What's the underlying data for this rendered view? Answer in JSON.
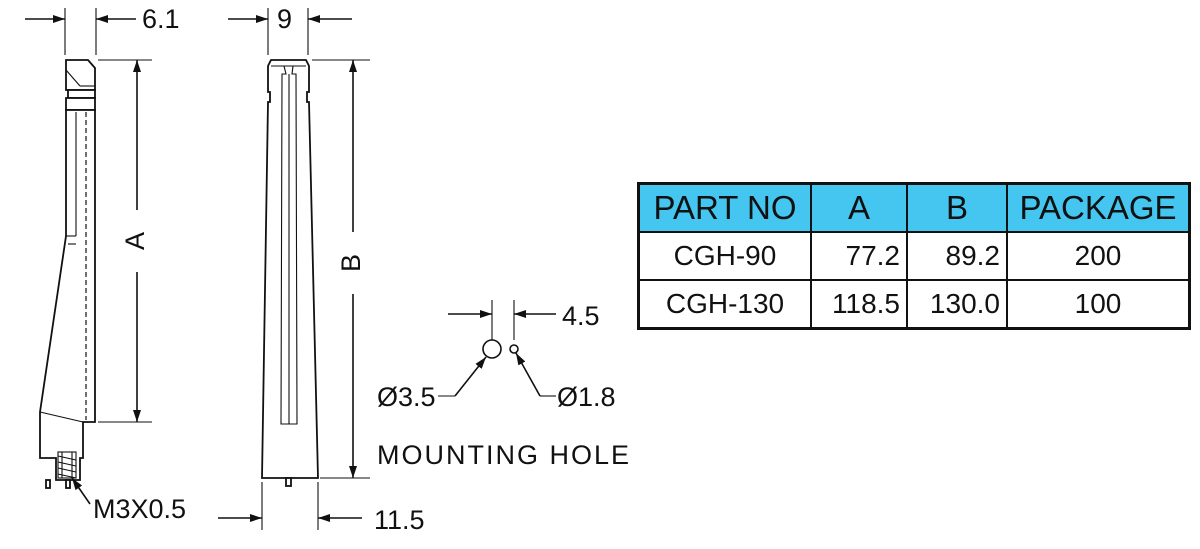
{
  "colors": {
    "header_bg": "#45C6F0",
    "ink": "#111111",
    "background": "#ffffff"
  },
  "drawing": {
    "side_view": {
      "width_dim": "6.1",
      "length_label": "A",
      "thread_label": "M3X0.5"
    },
    "front_view": {
      "width_dim": "9",
      "length_label": "B",
      "base_width_dim": "11.5"
    },
    "mounting_hole": {
      "spacing_dim": "4.5",
      "large_hole_dim": "Ø3.5",
      "small_hole_dim": "Ø1.8",
      "caption": "MOUNTING HOLE"
    }
  },
  "table": {
    "headers": [
      "PART NO",
      "A",
      "B",
      "PACKAGE"
    ],
    "rows": [
      {
        "part_no": "CGH-90",
        "a": "77.2",
        "b": "89.2",
        "package": "200"
      },
      {
        "part_no": "CGH-130",
        "a": "118.5",
        "b": "130.0",
        "package": "100"
      }
    ]
  }
}
